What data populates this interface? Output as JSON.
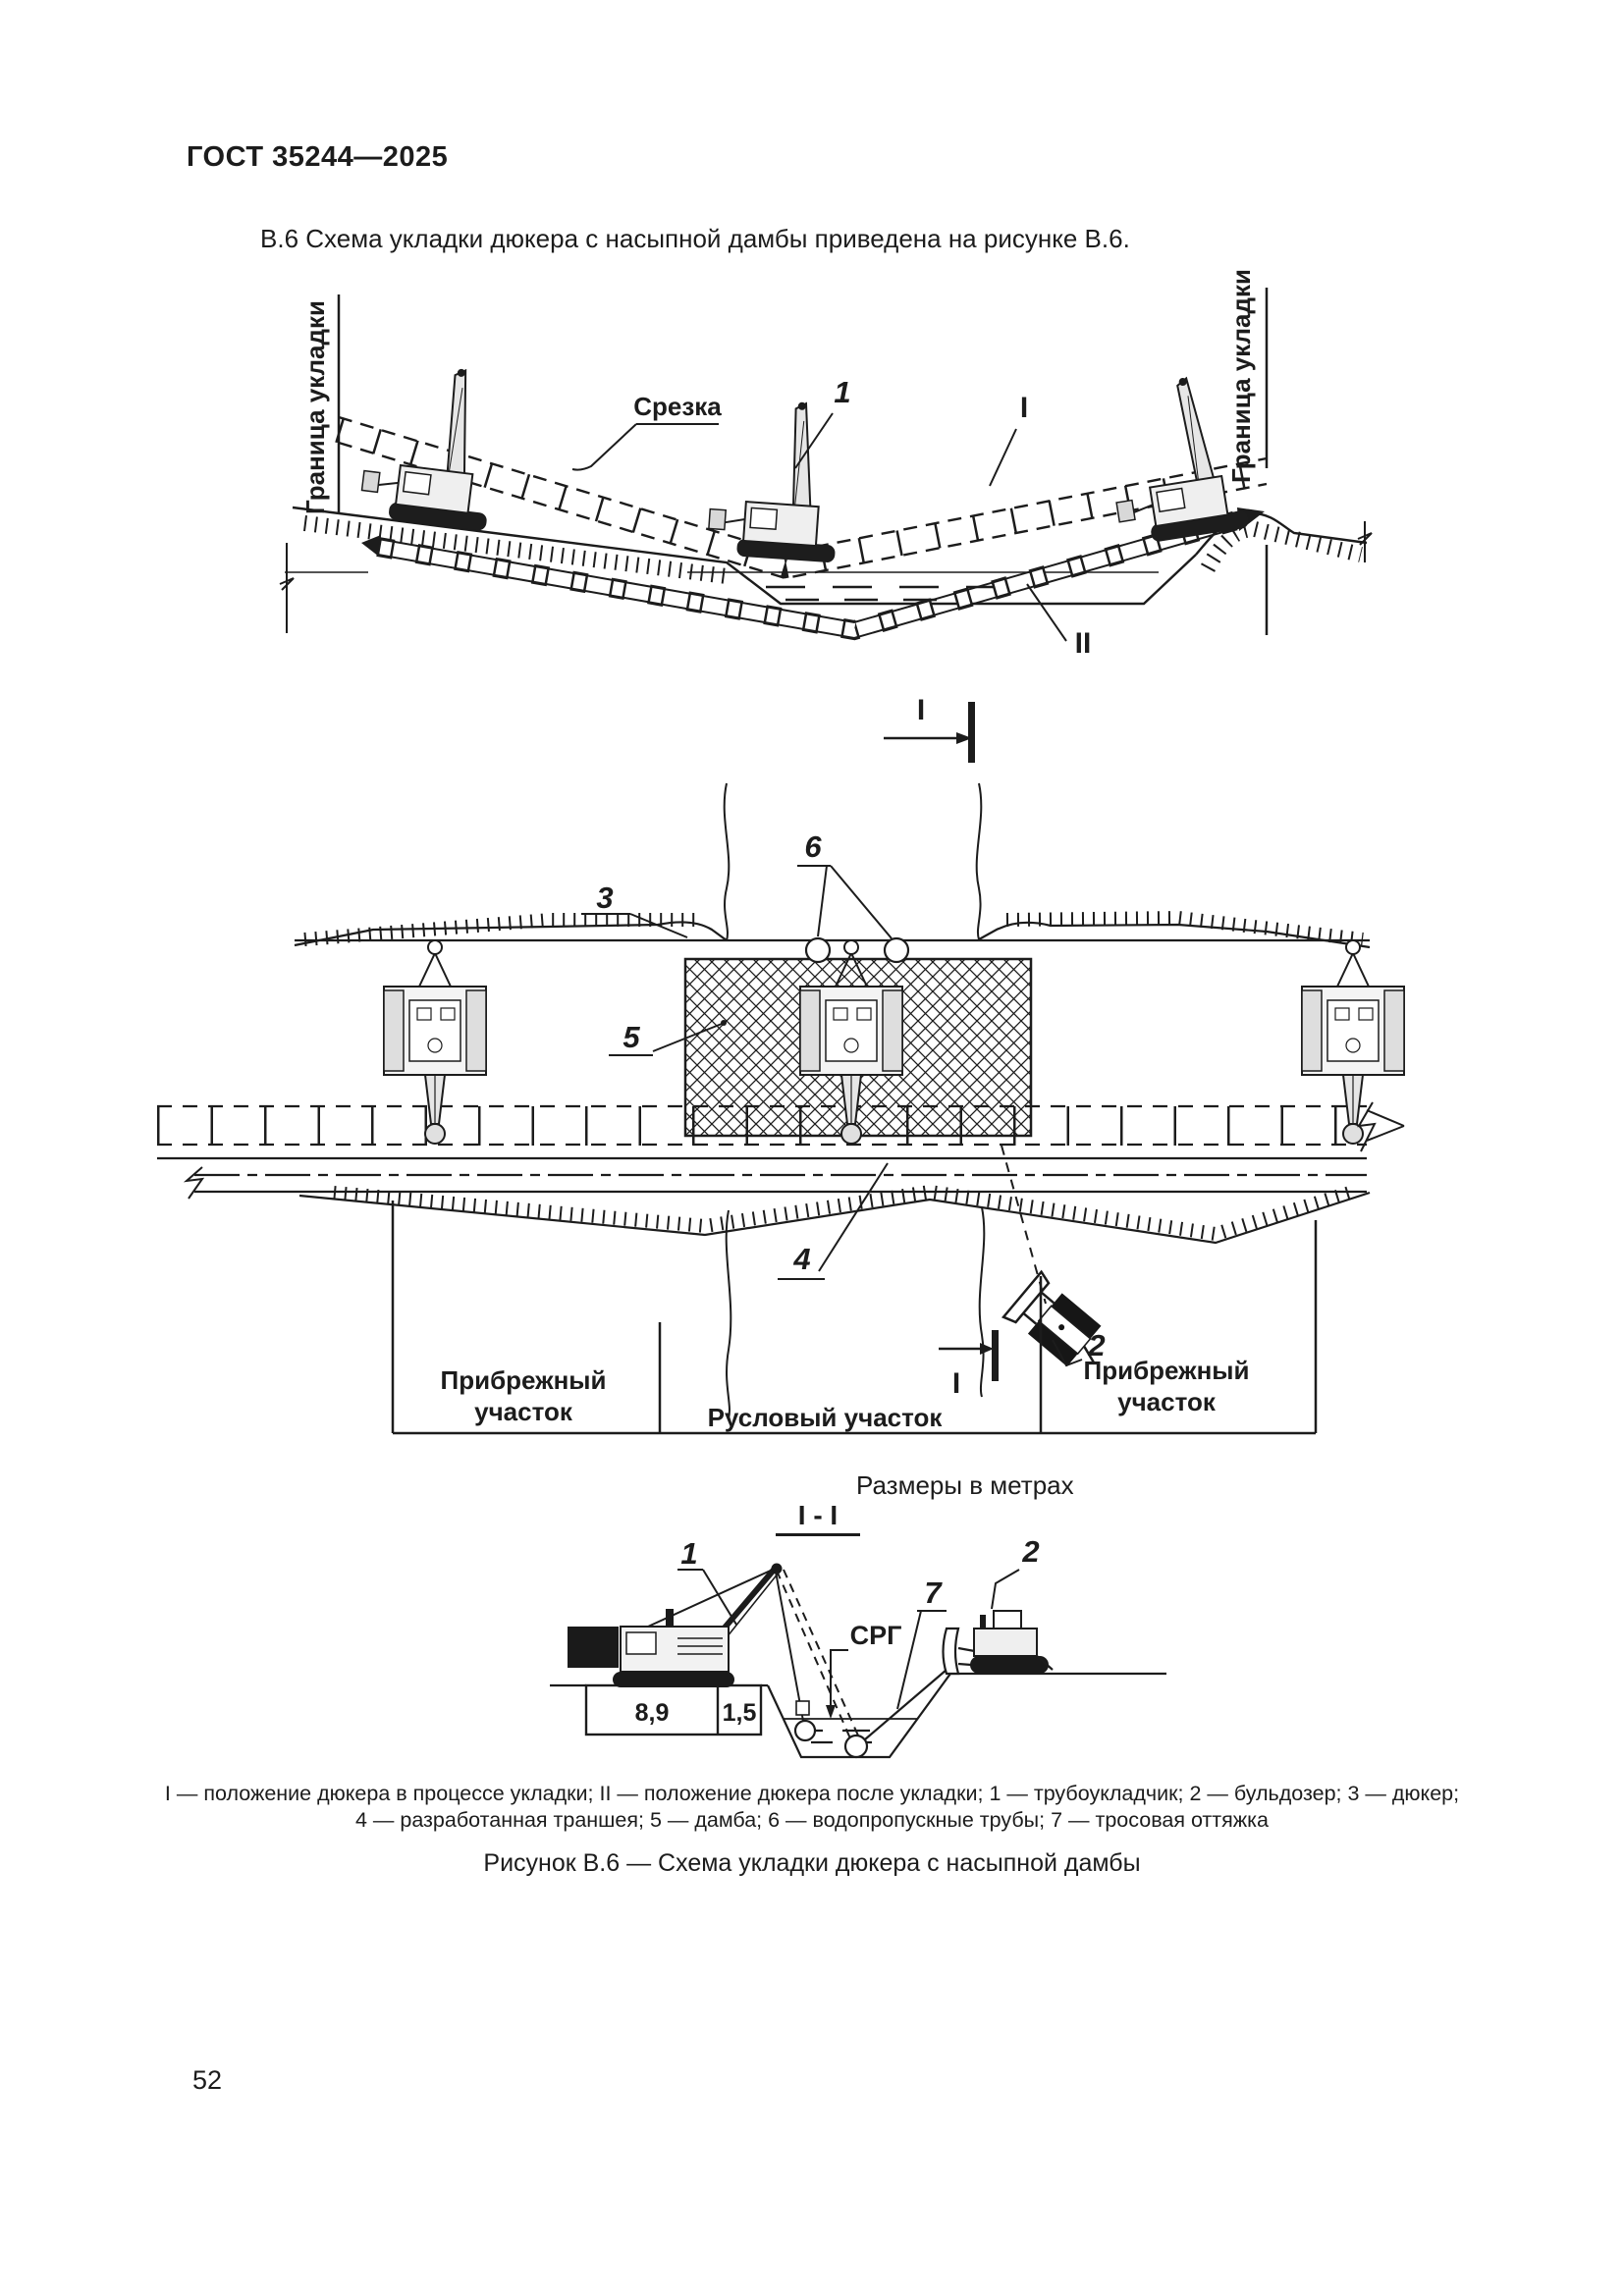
{
  "page": {
    "header": "ГОСТ 35244—2025",
    "intro": "В.6  Схема укладки дюкера с насыпной дамбы приведена на рисунке В.6.",
    "page_number": "52"
  },
  "figure": {
    "units_note": "Размеры в метрах",
    "section_view_title": "I - I",
    "caption": "Рисунок В.6 — Схема укладки дюкера с насыпной дамбы",
    "legend_line1": "I — положение дюкера в процессе укладки; II — положение дюкера после укладки; 1 — трубоукладчик; 2 — бульдозер; 3 — дюкер;",
    "legend_line2": "4 — разработанная траншея; 5 — дамба; 6 — водопропускные трубы; 7 — тросовая оттяжка",
    "profile": {
      "boundary_left": "Граница укладки",
      "boundary_right": "Граница укладки",
      "cut_label": "Срезка",
      "pipelayer_label": "1",
      "position_in_progress_label": "I",
      "position_after_label": "II",
      "section_mark_letter": "I"
    },
    "plan": {
      "duker_label": "3",
      "culverts_label": "6",
      "dam_label": "5",
      "trench_label": "4",
      "bulldozer_label": "2",
      "section_mark_letter": "I",
      "zone_left_line1": "Прибрежный",
      "zone_left_line2": "участок",
      "zone_middle": "Русловый участок",
      "zone_right_line1": "Прибрежный",
      "zone_right_line2": "участок"
    },
    "section": {
      "pipelayer_label": "1",
      "bulldozer_label": "2",
      "guy_label": "7",
      "water_level_label": "СРГ",
      "dim_left": "8,9",
      "dim_right": "1,5"
    }
  }
}
